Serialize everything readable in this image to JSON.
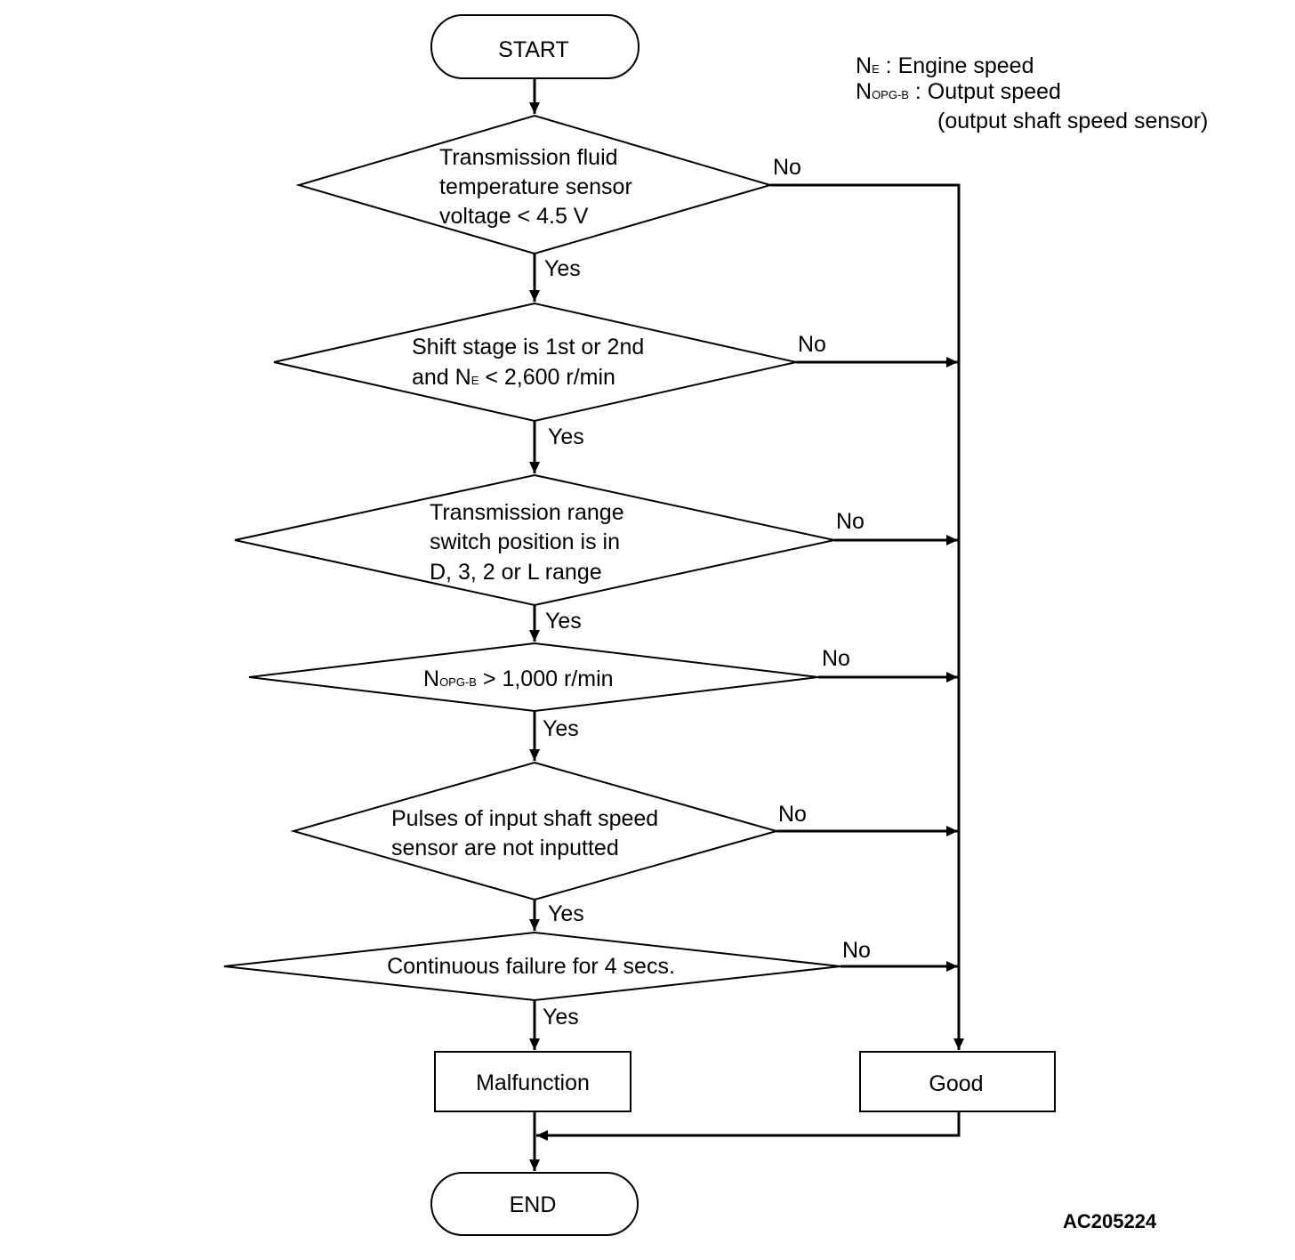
{
  "legend": {
    "ne_symbol": "N",
    "ne_sub": "E",
    "ne_desc": " : Engine speed",
    "nopg_symbol": "N",
    "nopg_sub": "OPG-B",
    "nopg_desc": " : Output speed",
    "nopg_desc2": "(output shaft speed sensor)"
  },
  "nodes": {
    "start": "START",
    "d1": [
      "Transmission fluid",
      "temperature sensor",
      "voltage < 4.5 V"
    ],
    "d2_line1": "Shift stage is 1st or 2nd",
    "d2_line2_pre": "and N",
    "d2_line2_sub": "E",
    "d2_line2_post": " < 2,600 r/min",
    "d3": [
      "Transmission range",
      "switch position is in",
      "D, 3, 2 or L range"
    ],
    "d4_pre": "N",
    "d4_sub": "OPG-B",
    "d4_post": " > 1,000 r/min",
    "d5": [
      "Pulses of input shaft speed",
      "sensor are not inputted"
    ],
    "d6": "Continuous failure for 4 secs.",
    "malfunction": "Malfunction",
    "good": "Good",
    "end": "END"
  },
  "branch_labels": {
    "yes": "Yes",
    "no": "No"
  },
  "figure_code": "AC205224"
}
